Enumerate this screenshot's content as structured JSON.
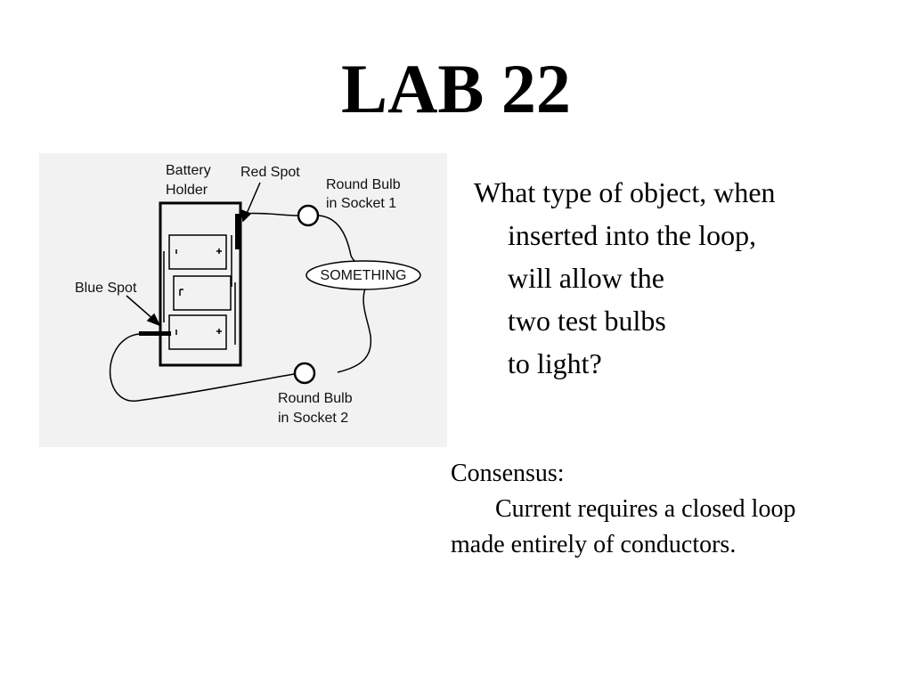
{
  "slide": {
    "title": "LAB 22"
  },
  "figure": {
    "labels": {
      "battery_holder_1": "Battery",
      "battery_holder_2": "Holder",
      "red_spot": "Red Spot",
      "round_bulb_1_a": "Round Bulb",
      "round_bulb_1_b": "in Socket 1",
      "blue_spot": "Blue Spot",
      "something": "SOMETHING",
      "round_bulb_2_a": "Round Bulb",
      "round_bulb_2_b": "in Socket 2"
    }
  },
  "question": {
    "lines": [
      "What type of object, when",
      "inserted into the loop,",
      "will allow the",
      "two test bulbs",
      "to light?"
    ]
  },
  "consensus": {
    "heading": "Consensus:",
    "lines": [
      "Current requires a closed loop",
      "made entirely of conductors."
    ]
  }
}
